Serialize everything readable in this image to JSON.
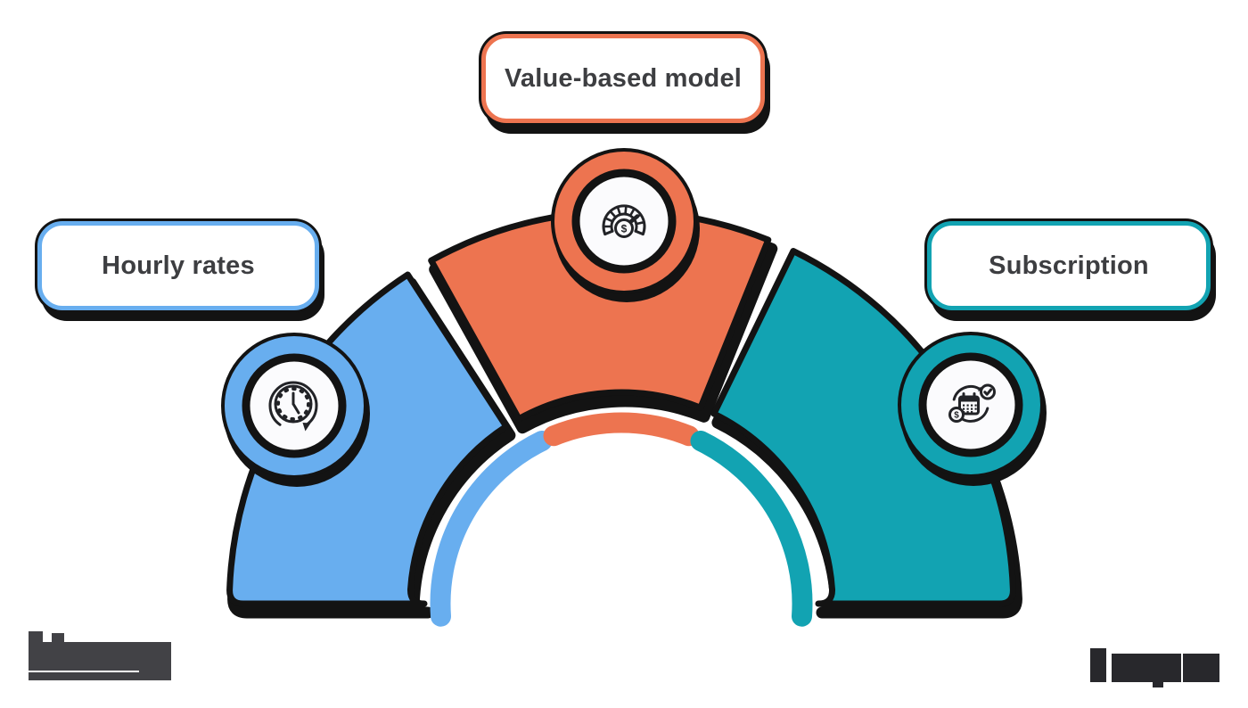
{
  "page": {
    "background": "#ffffff"
  },
  "colors": {
    "bg": "#ffffff",
    "ink": "#131313",
    "blue": "#68AEEF",
    "orange": "#ED7450",
    "teal": "#12A3B2",
    "text": "#3D3E41",
    "card": "#ffffff",
    "badge": "#FBFBFD",
    "icon": "#222327",
    "logo_left": "#424246",
    "logo_right": "#28282C"
  },
  "diagram": {
    "type": "semicircular-arch-with-3-segments",
    "segments": [
      {
        "id": "hourly",
        "label": "Hourly rates",
        "color_key": "blue",
        "icon": "clock-history-icon",
        "position": "left"
      },
      {
        "id": "value",
        "label": "Value-based model",
        "color_key": "orange",
        "icon": "dollar-gauge-icon",
        "position": "top"
      },
      {
        "id": "subscription",
        "label": "Subscription",
        "color_key": "teal",
        "icon": "recurring-calendar-icon",
        "position": "right"
      }
    ],
    "icons": {
      "currency_glyph": "$"
    }
  },
  "footer": {
    "left_wordmark": {
      "style": "pixelated-censored",
      "underlined": true
    },
    "right_wordmark": {
      "style": "pixelated-censored",
      "underlined": false
    }
  }
}
